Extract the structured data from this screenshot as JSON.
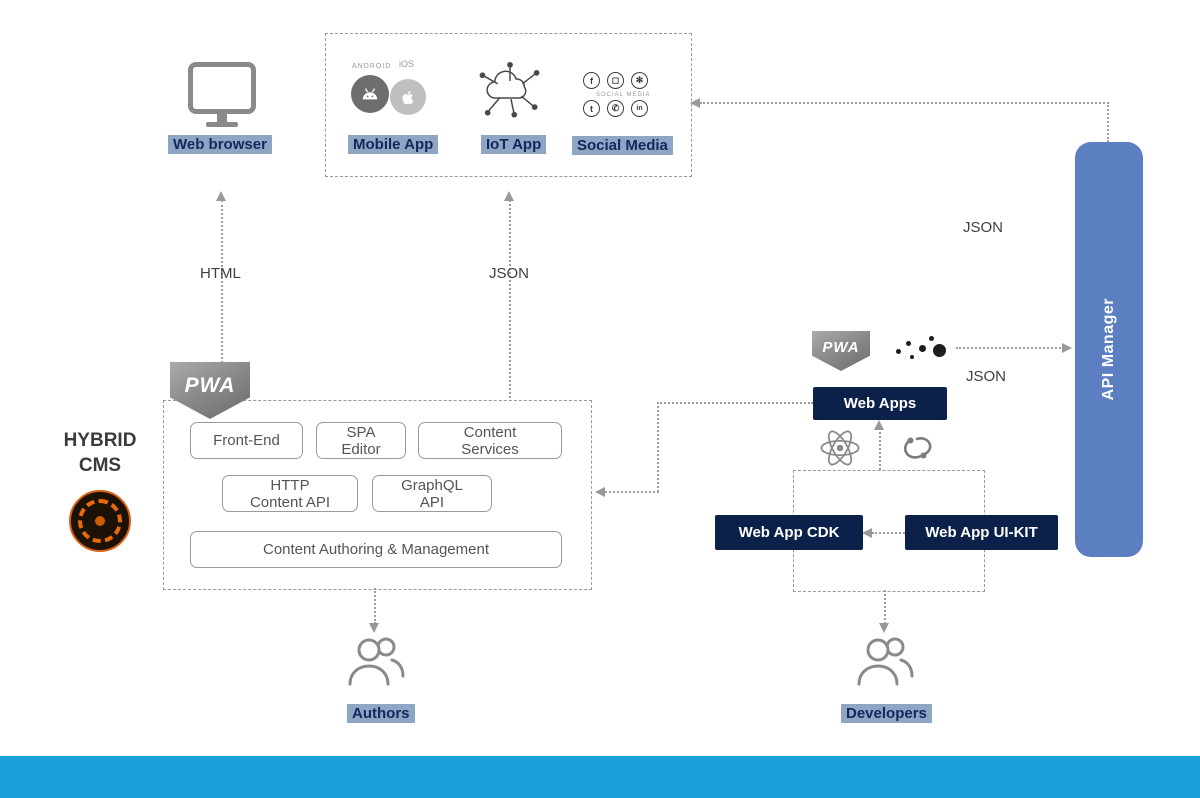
{
  "colors": {
    "highlight_bg": "#8fa5c4",
    "highlight_text": "#11295c",
    "badge_bg": "#0c2149",
    "badge_text": "#ffffff",
    "api_manager_bg": "#5b7fc0",
    "bottom_bar": "#199fd9",
    "connector_line": "#9e9e9e",
    "cms_logo_orange": "#e8690b"
  },
  "top_group": {
    "web_browser": "Web browser",
    "mobile_app": {
      "label": "Mobile App",
      "android_caption": "ANDROID",
      "ios_caption": "iOS"
    },
    "iot_app": "IoT App",
    "social_media": {
      "label": "Social Media",
      "caption": "SOCIAL MEDIA",
      "icons": [
        {
          "name": "facebook",
          "glyph": "f"
        },
        {
          "name": "instagram",
          "glyph": "◻"
        },
        {
          "name": "snapchat",
          "glyph": "✻"
        },
        {
          "name": "twitter",
          "glyph": "t"
        },
        {
          "name": "whatsapp",
          "glyph": "✆"
        },
        {
          "name": "linkedin",
          "glyph": "in"
        }
      ]
    }
  },
  "cms": {
    "brand_line1": "HYBRID",
    "brand_line2": "CMS",
    "pwa_badge": "PWA",
    "modules": {
      "front_end": "Front-End",
      "spa_editor": "SPA\nEditor",
      "content_services": "Content\nServices",
      "http_content_api": "HTTP\nContent API",
      "graphql_api": "GraphQL\nAPI",
      "authoring": "Content Authoring & Management"
    }
  },
  "right_side": {
    "pwa_badge": "PWA",
    "web_apps": "Web Apps",
    "web_app_cdk": "Web App CDK",
    "web_app_uikit": "Web App UI-KIT",
    "api_manager": "API Manager"
  },
  "actors": {
    "authors": "Authors",
    "developers": "Developers"
  },
  "flow_labels": {
    "html_to_browser": "HTML",
    "json_to_apps": "JSON",
    "json_api_top": "JSON",
    "json_api_mid": "JSON"
  }
}
